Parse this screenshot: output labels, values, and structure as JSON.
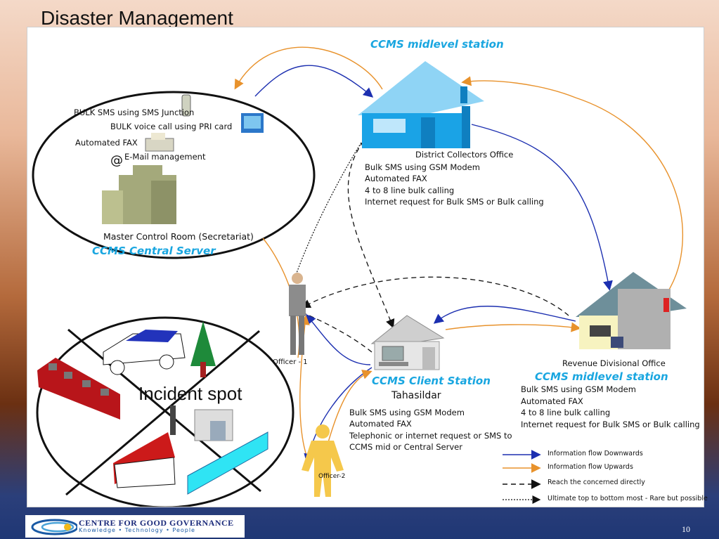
{
  "slide": {
    "title": "Disaster Management",
    "page_number": "10"
  },
  "central": {
    "bulk_sms": "BULK SMS using SMS Junction",
    "bulk_voice": "BULK voice call using PRI card",
    "auto_fax": "Automated FAX",
    "email": "E-Mail management",
    "room": "Master Control Room (Secretariat)",
    "title": "CCMS Central Server"
  },
  "district": {
    "station_title": "CCMS midlevel station",
    "office": "District Collectors Office",
    "features": [
      "Bulk SMS using GSM Modem",
      "Automated FAX",
      "4 to 8 line bulk calling",
      "Internet request for Bulk SMS or Bulk calling"
    ]
  },
  "revenue": {
    "office": "Revenue Divisional Office",
    "station_title": "CCMS midlevel station",
    "features": [
      "Bulk SMS using GSM Modem",
      "Automated FAX",
      "4 to 8 line bulk calling",
      "Internet request for Bulk SMS or Bulk calling"
    ]
  },
  "client": {
    "title": "CCMS Client Station",
    "subtitle": "Tahasildar",
    "features": [
      "Bulk SMS using GSM Modem",
      "Automated FAX",
      "Telephonic or internet request or SMS to",
      "CCMS mid or Central Server"
    ]
  },
  "officers": {
    "officer1": "Officer - 1",
    "officer2": "Officer-2"
  },
  "incident": {
    "label": "Incident spot"
  },
  "legend": [
    {
      "style": "solid-blue",
      "label": "Information flow Downwards"
    },
    {
      "style": "solid-orange",
      "label": "Information flow Upwards"
    },
    {
      "style": "dashed",
      "label": "Reach the concerned directly"
    },
    {
      "style": "dotted",
      "label": "Ultimate top to bottom most - Rare but possible"
    }
  ],
  "footer": {
    "org": "CENTRE FOR GOOD GOVERNANCE",
    "tagline": "Knowledge  • Technology  • People"
  },
  "colors": {
    "downward": "#1c2fb0",
    "upward": "#e8922c",
    "ccms_text": "#19a6e0",
    "house_blue": "#1aa3e6",
    "roof_grey": "#6e8f9a"
  }
}
